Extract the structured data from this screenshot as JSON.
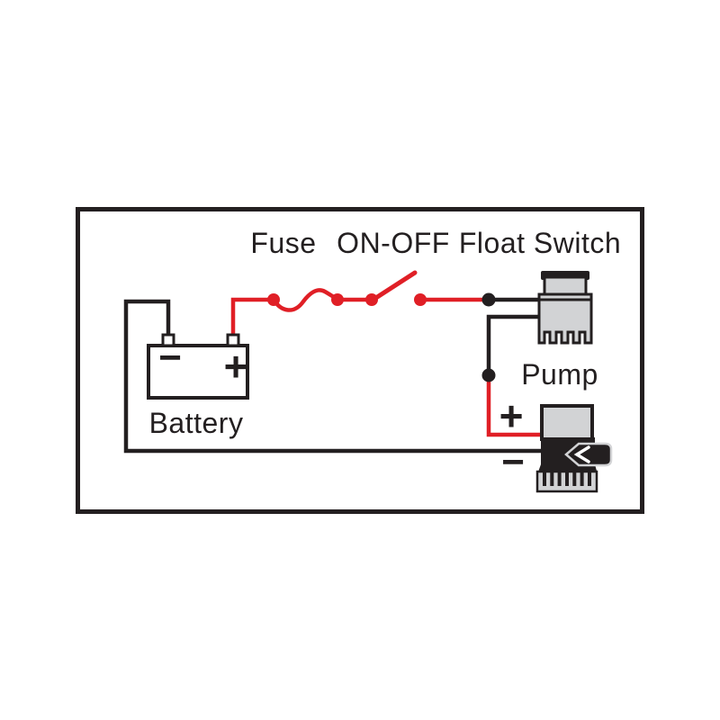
{
  "labels": {
    "fuse": "Fuse",
    "on_off": "ON-OFF",
    "float_switch": "Float Switch",
    "battery": "Battery",
    "pump": "Pump"
  },
  "symbols": {
    "battery_negative": "−",
    "battery_positive": "+",
    "pump_positive": "+",
    "pump_negative": "−"
  },
  "colors": {
    "positive-wire": "#e01f26",
    "negative-wire": "#231f20",
    "outline": "#231f20",
    "component-fill": "#d2d3d5",
    "paper": "#ffffff"
  }
}
